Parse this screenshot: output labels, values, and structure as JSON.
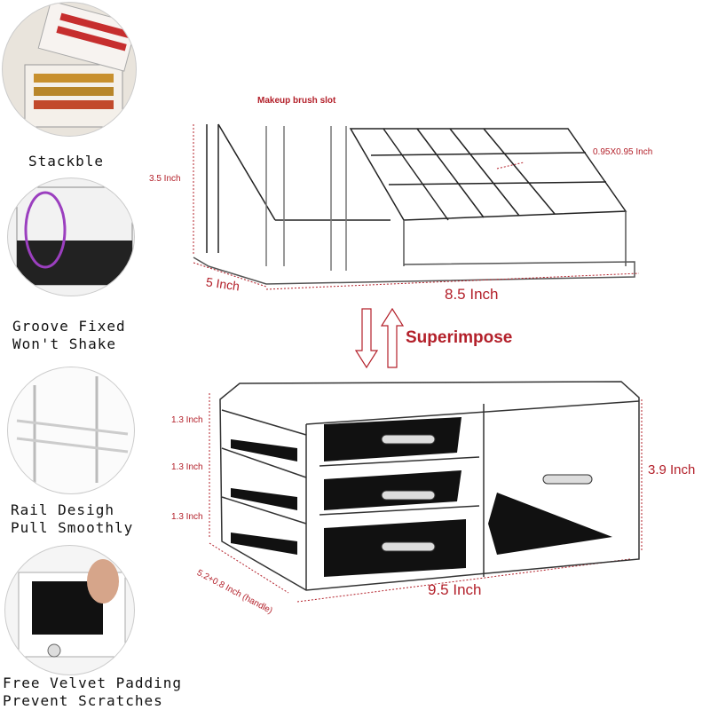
{
  "features": [
    {
      "caption": [
        "Stackble"
      ]
    },
    {
      "caption": [
        "Groove Fixed",
        "Won't Shake"
      ]
    },
    {
      "caption": [
        "Rail Desigh",
        "Pull Smoothly"
      ]
    },
    {
      "caption": [
        "Free Velvet Padding",
        "Prevent Scratches"
      ]
    }
  ],
  "top_unit": {
    "brush_slot": "Makeup brush slot",
    "height": "3.5 Inch",
    "slot_size": "0.95X0.95 Inch",
    "depth": "5 Inch",
    "width": "8.5 Inch"
  },
  "superimpose": "Superimpose",
  "bottom_unit": {
    "drawer_heights": [
      "1.3 Inch",
      "1.3 Inch",
      "1.3 Inch"
    ],
    "height": "3.9 Inch",
    "depth": "5.2+0.8 Inch (handle)",
    "width": "9.5 Inch"
  },
  "colors": {
    "accent": "#b3202a"
  }
}
